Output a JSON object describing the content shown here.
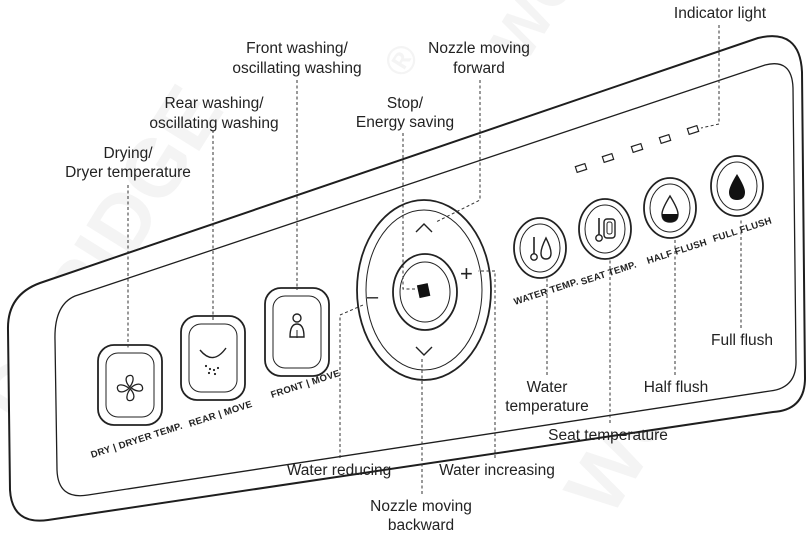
{
  "watermark": {
    "brand": "WOODBRIDGE",
    "fragment_left": "DBRIDGE",
    "fragment_right": "WOOD",
    "registered": "®"
  },
  "callouts": {
    "indicator_light": "Indicator light",
    "front_washing": [
      "Front washing/",
      "oscillating washing"
    ],
    "nozzle_forward": [
      "Nozzle moving",
      "forward"
    ],
    "rear_washing": [
      "Rear washing/",
      "oscillating washing"
    ],
    "stop": [
      "Stop/",
      "Energy saving"
    ],
    "drying": [
      "Drying/",
      "Dryer temperature"
    ],
    "full_flush": "Full flush",
    "half_flush": "Half flush",
    "water_temperature": [
      "Water",
      "temperature"
    ],
    "seat_temperature": "Seat temperature",
    "water_reducing": "Water reducing",
    "water_increasing": "Water increasing",
    "nozzle_backward": [
      "Nozzle moving",
      "backward"
    ]
  },
  "buttons": {
    "dry": {
      "label": "DRY | DRYER TEMP.",
      "icon": "fan-icon"
    },
    "rear": {
      "label": "REAR | MOVE",
      "icon": "rear-spray-icon"
    },
    "front": {
      "label": "FRONT | MOVE",
      "icon": "person-icon"
    },
    "stop": {
      "icon": "stop-square-icon"
    },
    "plus": {
      "symbol": "+"
    },
    "minus": {
      "symbol": "–"
    },
    "water_temp": {
      "label": "WATER TEMP.",
      "icon": "thermometer-drop-icon"
    },
    "seat_temp": {
      "label": "SEAT TEMP.",
      "icon": "thermometer-seat-icon"
    },
    "half_flush": {
      "label": "HALF FLUSH",
      "icon": "half-drop-icon"
    },
    "full_flush": {
      "label": "FULL FLUSH",
      "icon": "full-drop-icon"
    }
  },
  "indicator_count": 5
}
